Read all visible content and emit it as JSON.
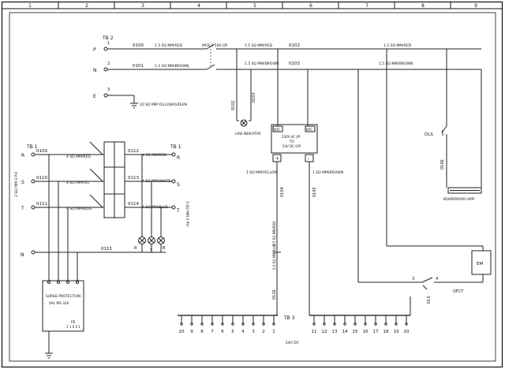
{
  "sheet": {
    "columns": [
      "1",
      "2",
      "3",
      "4",
      "5",
      "6",
      "7",
      "8",
      "9"
    ]
  },
  "supply": {
    "terminal": "TB 2",
    "terms": [
      "P",
      "N",
      "E"
    ],
    "term_nums": [
      "1",
      "2",
      "3"
    ],
    "wire_p": "0100",
    "wire_n": "0101",
    "spec_p": "1.5 SQ MM/RED",
    "spec_n": "1.5 SQ MM/BROWN",
    "mcb": "MCB 1 10A DP",
    "spec_p2": "1.5 SQ MM/RED",
    "spec_n2": "1.5 SQ MM/BROWN",
    "wire_p2": "0102",
    "wire_n2": "0103",
    "spec_right_p": "1.5 SQ MM/RED",
    "spec_right_n": "1.5 SQ MM/BROWN",
    "earth": "10 SQ MM YELLOW/GREEN"
  },
  "indicator": {
    "wire_a": "0102",
    "wire_b": "0103",
    "label": "LOW INDICATOR"
  },
  "psu": {
    "t1": "NTC",
    "t2": "NTC",
    "lines": [
      "230V AC I/P",
      "TO",
      "24V DC O/P"
    ],
    "plus": "+",
    "minus": "-",
    "wire_l": "0104",
    "wire_r": "0105",
    "spec_l": "1 SQ MM/YELLOW",
    "spec_r": "1 SQ MM/BROWN"
  },
  "input": {
    "terminal": "TB 1",
    "left_label": "3 SQ MM 3 PH",
    "terms_l": [
      "R",
      "S",
      "T"
    ],
    "wires_l": [
      "0109",
      "0110",
      "0111"
    ],
    "specs_in": [
      "4 SQ MM/RED",
      "4 SQ MM/YEL",
      "4 SQ MM/BLUE"
    ],
    "wires_r": [
      "0112",
      "0113",
      "0114"
    ],
    "specs_out": [
      "4 SQ MM/RED",
      "4 SQ MM/WHITE",
      "4 SQ MM/BLUE"
    ],
    "terminal_r": "TB 1",
    "right_label": "3 SQ MM 3 PH",
    "terms_r": [
      "R",
      "S",
      "T"
    ],
    "neutral": "N",
    "neutral_wire": "0115",
    "lamp_labels": [
      "R",
      "Y",
      "B"
    ]
  },
  "surge": {
    "title": "SURGE PROTECTION",
    "model": "VAL MS 320",
    "pe": "PE",
    "num": "1 1 0 0 1"
  },
  "door": {
    "label": "DLS",
    "wire": "0106",
    "lamp": "BOARDROOM LAMP"
  },
  "cable": {
    "spec": "0.5 SQ MM/RED",
    "spec2": "0.5 SQ MM/BLUE",
    "wire": "0126"
  },
  "relay": {
    "label": "EM"
  },
  "ofct": {
    "label": "OFCT",
    "n1": "3",
    "n2": "4",
    "tag": "DLS"
  },
  "terminal_strip": {
    "label": "TB 3",
    "sub": "24V DC",
    "left_nums": [
      "10",
      "9",
      "8",
      "7",
      "6",
      "5",
      "4",
      "3",
      "2",
      "1"
    ],
    "right_nums": [
      "11",
      "12",
      "13",
      "14",
      "15",
      "16",
      "17",
      "18",
      "19",
      "20"
    ]
  }
}
